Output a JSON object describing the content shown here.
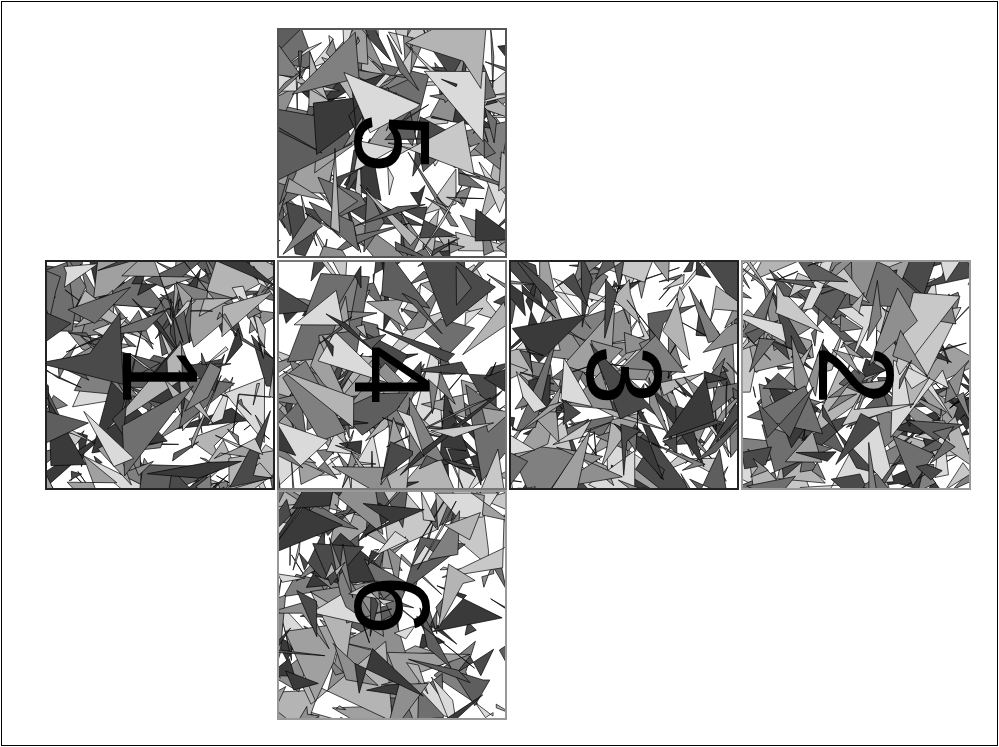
{
  "diagram": {
    "nodes": [
      {
        "text": [
          "5"
        ]
      },
      {
        "text": [
          "1"
        ]
      },
      {
        "text": [
          "4"
        ]
      },
      {
        "text": [
          "3"
        ]
      },
      {
        "text": [
          "2"
        ]
      },
      {
        "text": [
          "6"
        ]
      }
    ]
  }
}
